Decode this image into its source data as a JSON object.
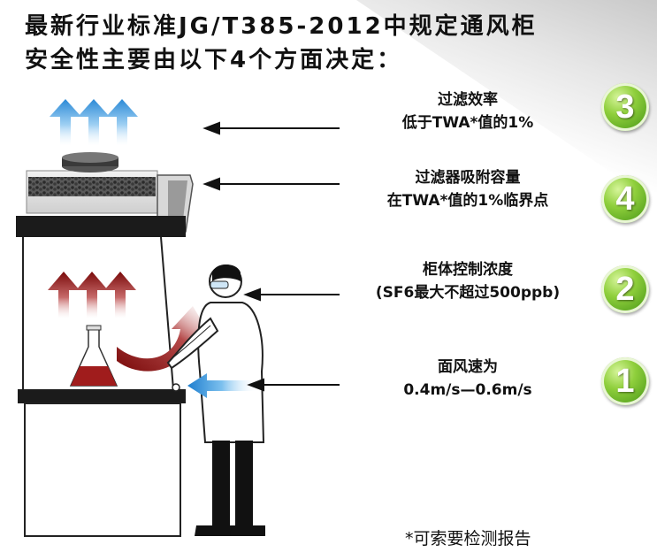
{
  "title": {
    "line1": "最新行业标准JG/T385-2012中规定通风柜",
    "line2": "安全性主要由以下4个方面决定："
  },
  "factors": [
    {
      "badge": "3",
      "line1": "过滤效率",
      "line2": "低于TWA*值的1%"
    },
    {
      "badge": "4",
      "line1": "过滤器吸附容量",
      "line2": "在TWA*值的1%临界点"
    },
    {
      "badge": "2",
      "line1": "柜体控制浓度",
      "line2": "(SF6最大不超过500ppb)"
    },
    {
      "badge": "1",
      "line1": "面风速为",
      "line2": "0.4m/s—0.6m/s"
    }
  ],
  "footnote": "*可索要检测报告",
  "colors": {
    "badge": "#5aa81e",
    "air_clean": "#2f8fd8",
    "air_contaminated": "#8b1010"
  }
}
